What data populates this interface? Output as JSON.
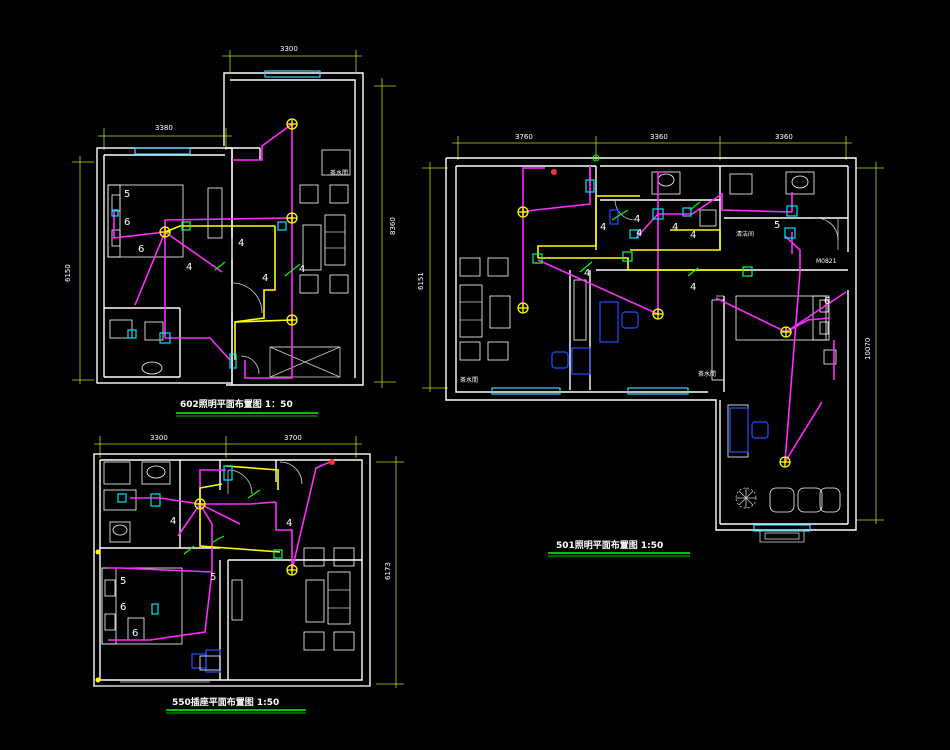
{
  "plans": {
    "p602": {
      "title": "602照明平面布置图 1：50",
      "dim_top": "3300",
      "dim_left_top": "3380",
      "dim_left_side": "6150",
      "dim_right_side": "8360",
      "room_label_tea": "茶水間",
      "circuit_labels": [
        "5",
        "6",
        "6",
        "4",
        "4",
        "4",
        "4"
      ]
    },
    "p501": {
      "title": "501照明平面布置图 1:50",
      "dim_top": [
        "3760",
        "3360",
        "3360"
      ],
      "dim_left_side": "6151",
      "dim_right_side": "10070",
      "room_label_tea_left": "茶水間",
      "room_label_tea_right": "茶水間",
      "room_label_m": "M0821",
      "room_label_small": "清洁间",
      "circuit_labels": [
        "4",
        "4",
        "4",
        "4",
        "4",
        "4",
        "4",
        "5",
        "6"
      ]
    },
    "p550": {
      "title": "550插座平面布置图 1:50",
      "dim_top": [
        "3300",
        "3700"
      ],
      "dim_right_side": "6173",
      "circuit_labels": [
        "4",
        "4",
        "5",
        "5",
        "6",
        "6"
      ]
    }
  },
  "colors": {
    "background": "#000000",
    "wall": "#ffffff",
    "dimension": "#b6e000",
    "circuit_magenta": "#ff2bff",
    "circuit_yellow": "#ffff00",
    "window": "#37d6ff",
    "title_underline": "#00ff00"
  }
}
